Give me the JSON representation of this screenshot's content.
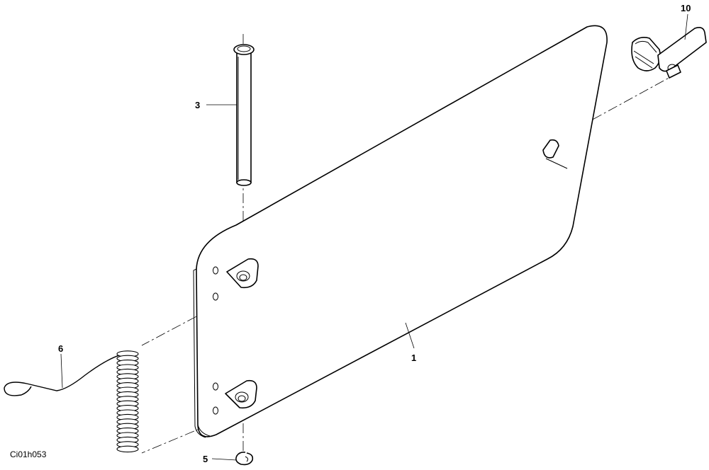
{
  "drawing": {
    "reference_code": "Ci01h053",
    "callouts": {
      "door_panel": "1",
      "hinge_pin": "3",
      "retaining_ring": "5",
      "torsion_spring": "6",
      "cam_lock": "10"
    }
  },
  "colors": {
    "line": "#000000",
    "background": "#ffffff"
  }
}
